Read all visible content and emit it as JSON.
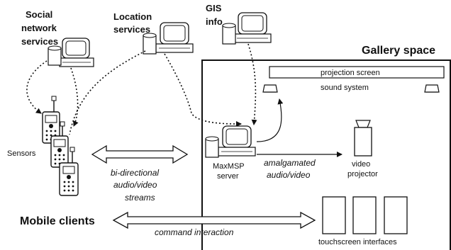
{
  "labels": {
    "social_line1": "Social",
    "social_line2": "network",
    "social_line3": "services",
    "location_line1": "Location",
    "location_line2": "services",
    "gis_line1": "GIS",
    "gis_line2": "info",
    "gallery_space": "Gallery space",
    "projection_screen": "projection screen",
    "sound_system": "sound system",
    "sensors": "Sensors",
    "bidir_line1": "bi-directional",
    "bidir_line2": "audio/video",
    "bidir_line3": "streams",
    "maxmsp_line1": "MaxMSP",
    "maxmsp_line2": "server",
    "amalgamated_line1": "amalgamated",
    "amalgamated_line2": "audio/video",
    "video_line1": "video",
    "video_line2": "projector",
    "mobile_clients": "Mobile clients",
    "command_interaction": "command interaction",
    "touchscreen_interfaces": "touchscreen interfaces"
  }
}
